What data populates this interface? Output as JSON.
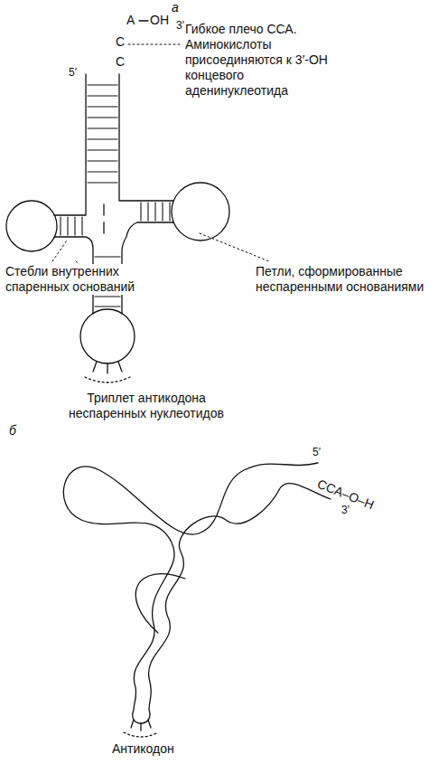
{
  "diagram": {
    "labels": [
      "а",
      "A",
      "OH",
      "3′",
      "C",
      "C",
      "5′",
      "Гибкое плечо ССА. Аминокислоты присоединяются к 3′-ОН концевого аденинуклеотида",
      "Петли, сформированные неспаренными основаниями",
      "Стебли внутренних спаренных оснований",
      "Триплет антикодона неспаренных нуклеотидов",
      "б",
      "5′",
      "CCA–O–H",
      "3′",
      "Антикодон"
    ]
  }
}
